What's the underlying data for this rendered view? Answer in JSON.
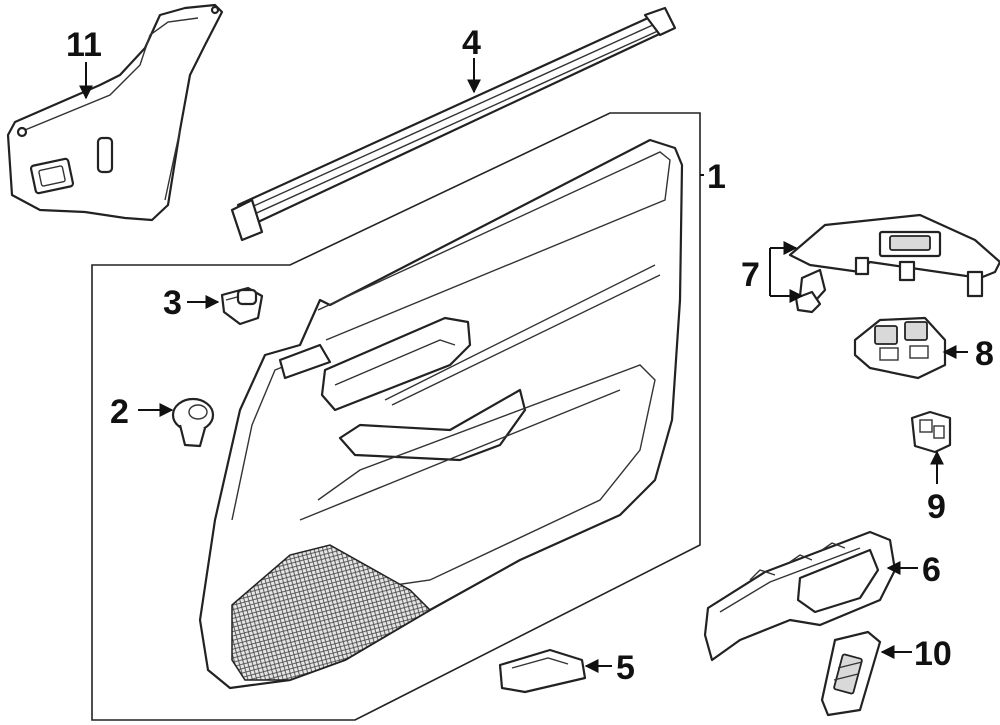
{
  "diagram": {
    "callouts": [
      {
        "id": "c1",
        "label": "1"
      },
      {
        "id": "c2",
        "label": "2"
      },
      {
        "id": "c3",
        "label": "3"
      },
      {
        "id": "c4",
        "label": "4"
      },
      {
        "id": "c5",
        "label": "5"
      },
      {
        "id": "c6",
        "label": "6"
      },
      {
        "id": "c7",
        "label": "7"
      },
      {
        "id": "c8",
        "label": "8"
      },
      {
        "id": "c9",
        "label": "9"
      },
      {
        "id": "c10",
        "label": "10"
      },
      {
        "id": "c11",
        "label": "11"
      }
    ]
  }
}
